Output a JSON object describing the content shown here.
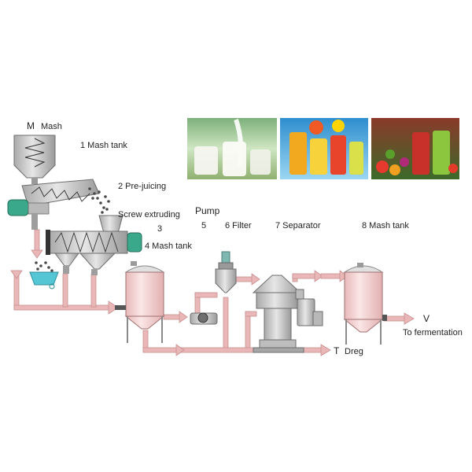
{
  "labels": {
    "m_letter": "M",
    "mash": "Mash",
    "mash_tank_1": "1 Mash tank",
    "pre_juicing": "2 Pre-juicing",
    "screw_extruding": "Screw extruding",
    "screw_num": "3",
    "mash_tank_4": "4 Mash tank",
    "pump": "Pump",
    "pump_num": "5",
    "filter": "6 Filter",
    "separator": "7 Separator",
    "mash_tank_8": "8 Mash tank",
    "v_letter": "V",
    "to_fermentation": "To fermentation",
    "t_letter": "T",
    "dreg": "Dreg"
  },
  "colors": {
    "pipe": "#e9b7b7",
    "pipe_edge": "#c98f8f",
    "tank_body": "#f4d2d2",
    "metal": "#c8c8c8",
    "metal_dark": "#8c8c8c",
    "motor": "#3aa88a",
    "filter_teal": "#7fb7b1",
    "basin": "#54c6d4"
  }
}
